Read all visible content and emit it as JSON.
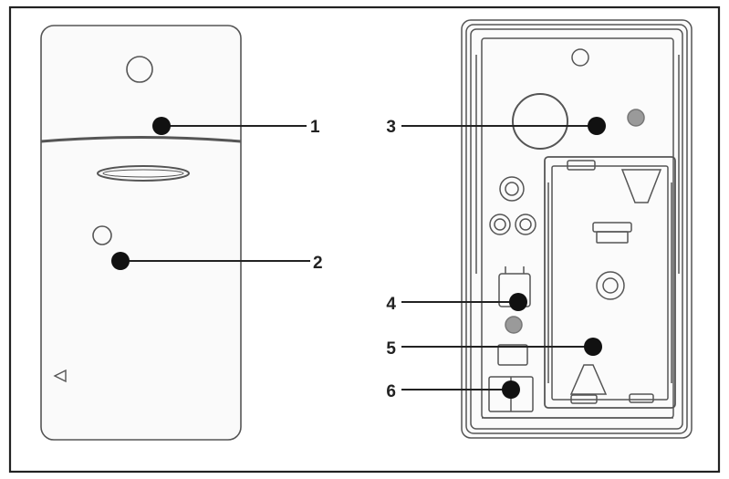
{
  "callouts": [
    {
      "id": "1",
      "label": "1"
    },
    {
      "id": "2",
      "label": "2"
    },
    {
      "id": "3",
      "label": "3"
    },
    {
      "id": "4",
      "label": "4"
    },
    {
      "id": "5",
      "label": "5"
    },
    {
      "id": "6",
      "label": "6"
    }
  ],
  "colors": {
    "outline": "#555555",
    "frame": "#222222",
    "dot": "#111111",
    "fill_light": "#f7f7f7",
    "fill_gray": "#9a9a9a"
  },
  "icons": {
    "front_arrow": "triangle-left-icon"
  }
}
